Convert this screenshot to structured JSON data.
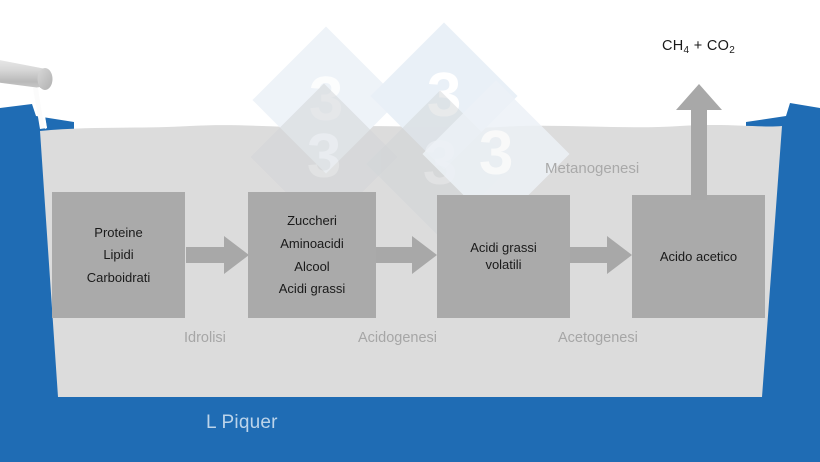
{
  "figure": {
    "type": "process-diagram",
    "subject": "Anaerobic digestion stages inside a digester tank",
    "credit": "L Piquer"
  },
  "gas_output": {
    "formula_prefix": "CH",
    "formula_sub1": "4",
    "formula_mid": " + CO",
    "formula_sub2": "2",
    "full_text": "CH4 + CO2"
  },
  "stage_labels": {
    "hydrolysis": "Idrolisi",
    "acidogenesis": "Acidogenesi",
    "acetogenesis": "Acetogenesi",
    "methanogenesis": "Metanogenesi"
  },
  "boxes": [
    {
      "id": "substrates",
      "lines": [
        "Proteine",
        "Lipidi",
        "Carboidrati"
      ]
    },
    {
      "id": "monomers",
      "lines": [
        "Zuccheri",
        "Aminoacidi",
        "Alcool",
        "Acidi grassi"
      ]
    },
    {
      "id": "vfa",
      "lines": [
        "Acidi grassi",
        "volatili"
      ]
    },
    {
      "id": "acetic-acid",
      "lines": [
        "Acido acetico"
      ]
    }
  ],
  "watermark": {
    "glyph": "3",
    "count": 5
  },
  "colors": {
    "tank_blue": "#1f6cb4",
    "liquid_gray": "#dcdcdc",
    "box_gray": "#aaaaaa",
    "arrow_gray": "#a8a8a8",
    "label_gray": "#a6a6a6",
    "credit_text": "#bcd4ea",
    "background": "#ffffff",
    "pipe_gray": "#cfcfcf"
  }
}
